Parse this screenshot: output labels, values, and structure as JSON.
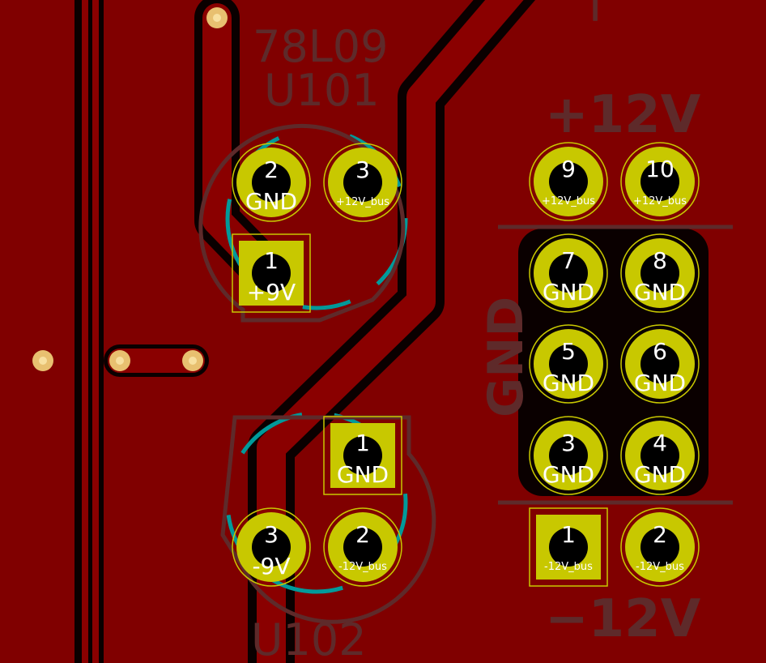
{
  "board": {
    "colors": {
      "copper_pour": "#800000",
      "trace": "#8a0000",
      "clearance": "#0a0000",
      "pad": "#c8c800",
      "drill": "#000000",
      "silkscreen": "#5e2a2a",
      "courtyard": "#009a9a",
      "via": "#e8c070"
    },
    "silkscreen": {
      "top_partial": "T",
      "u101_value": "78L09",
      "u101_ref": "U101",
      "u102_ref_partial": "U102",
      "plus12v": "+12V",
      "minus12v": "−12V",
      "gnd_vertical": "GND"
    },
    "u101_pads": [
      {
        "number": "2",
        "net": "GND",
        "shape": "circle"
      },
      {
        "number": "3",
        "net": "+12V_bus",
        "shape": "circle"
      },
      {
        "number": "1",
        "net": "+9V",
        "shape": "square"
      }
    ],
    "u102_pads": [
      {
        "number": "1",
        "net": "GND",
        "shape": "square"
      },
      {
        "number": "3",
        "net": "-9V",
        "shape": "circle"
      },
      {
        "number": "2",
        "net": "-12V_bus",
        "shape": "circle"
      }
    ],
    "header_pads": [
      {
        "number": "9",
        "net": "+12V_bus"
      },
      {
        "number": "10",
        "net": "+12V_bus"
      },
      {
        "number": "7",
        "net": "GND"
      },
      {
        "number": "8",
        "net": "GND"
      },
      {
        "number": "5",
        "net": "GND"
      },
      {
        "number": "6",
        "net": "GND"
      },
      {
        "number": "3",
        "net": "GND"
      },
      {
        "number": "4",
        "net": "GND"
      },
      {
        "number": "1",
        "net": "-12V_bus"
      },
      {
        "number": "2",
        "net": "-12V_bus"
      }
    ]
  }
}
